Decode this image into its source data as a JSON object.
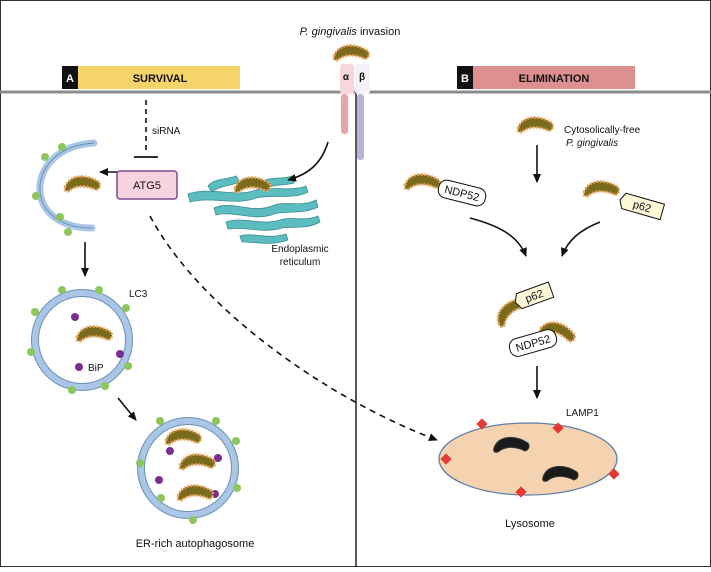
{
  "header": {
    "invasion_italic": "P. gingivalis",
    "invasion_rest": " invasion",
    "alpha": "α",
    "beta": "β"
  },
  "panels": {
    "a": {
      "letter": "A",
      "title": "SURVIVAL",
      "color": "#f7d46a"
    },
    "b": {
      "letter": "B",
      "title": "ELIMINATION",
      "color": "#de8f8f"
    }
  },
  "survival": {
    "sirna": "siRNA",
    "atg5": "ATG5",
    "er_line1": "Endoplasmic",
    "er_line2": "reticulum",
    "lc3": "LC3",
    "bip": "BiP",
    "autophagosome": "ER-rich autophagosome"
  },
  "elimination": {
    "cyto_line1": "Cytosolically-free",
    "cyto_line2": "P. gingivalis",
    "ndp52": "NDP52",
    "p62": "p62",
    "lamp1": "LAMP1",
    "lysosome": "Lysosome"
  },
  "colors": {
    "lc3_dot": "#8dc65c",
    "bip_dot": "#7b2e8e",
    "vesicle_ring": "#a9c6e6",
    "er": "#5bbdc0",
    "lysosome_fill": "#f5d3b0",
    "lamp1_marker": "#e53935",
    "atg5_fill": "#f7d3e0",
    "bacterium": "#7a6a1c"
  }
}
